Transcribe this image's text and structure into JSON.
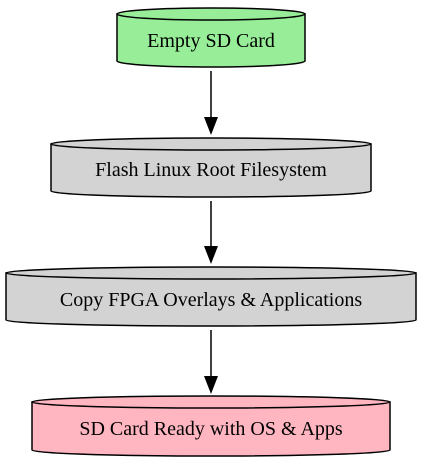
{
  "diagram": {
    "type": "flowchart",
    "direction": "top-to-bottom",
    "nodes": [
      {
        "id": "empty_sd",
        "label": "Empty SD Card",
        "shape": "cylinder",
        "fill": "#98ee98"
      },
      {
        "id": "flash_rootfs",
        "label": "Flash Linux Root Filesystem",
        "shape": "cylinder",
        "fill": "#d3d3d3"
      },
      {
        "id": "copy_overlays",
        "label": "Copy FPGA Overlays & Applications",
        "shape": "cylinder",
        "fill": "#d3d3d3"
      },
      {
        "id": "sd_ready",
        "label": "SD Card Ready with OS & Apps",
        "shape": "cylinder",
        "fill": "#ffb6c1"
      }
    ],
    "edges": [
      {
        "from": "empty_sd",
        "to": "flash_rootfs"
      },
      {
        "from": "flash_rootfs",
        "to": "copy_overlays"
      },
      {
        "from": "copy_overlays",
        "to": "sd_ready"
      }
    ],
    "stroke_color": "#000000"
  }
}
